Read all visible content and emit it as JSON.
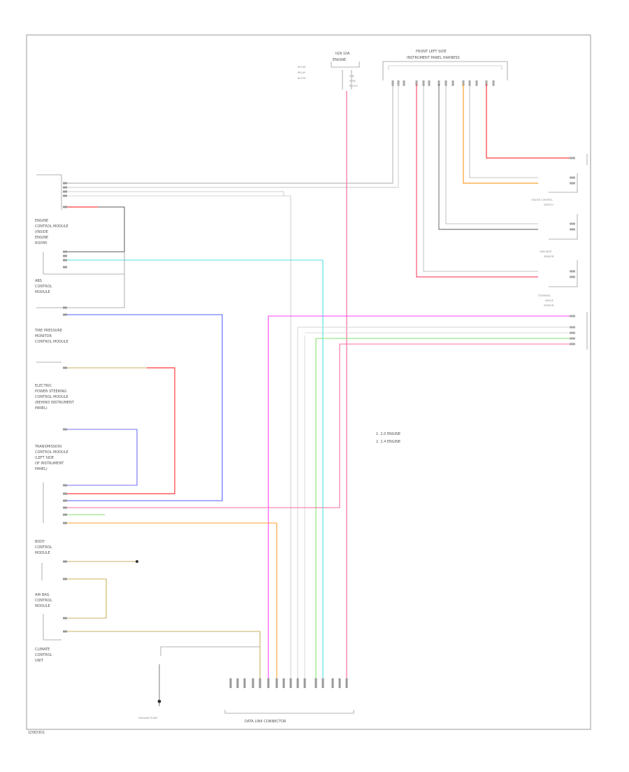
{
  "diagram": {
    "footer_code": "1D9D3D1",
    "colors": {
      "frame": "#9a9a9a",
      "wire_gray": "#a8a8a8",
      "wire_dark": "#5a5a5a",
      "wire_pink": "#ff6fa0",
      "wire_red": "#ff3b3b",
      "wire_orange": "#ffa030",
      "wire_cyan": "#4fe0e0",
      "wire_blue": "#5060ff",
      "wire_magenta": "#ff40ff",
      "wire_green": "#80e070",
      "wire_olive": "#c8b060",
      "wire_violet": "#7070ff"
    },
    "top_left": {
      "fuse_label": [
        "IGN 10A",
        "ENGINE",
        "ROOM",
        "RELAY",
        "BLOCK"
      ],
      "mid_label": [
        "IGN",
        "FUSE",
        "BLOCK"
      ]
    },
    "top_right": {
      "title": "FRONT LEFT SIDE",
      "subtitle": "INSTRUMENT PANEL HARNESS"
    },
    "left_components": [
      {
        "lines": [
          "ENGINE",
          "CONTROL MODULE",
          "(INSIDE",
          "ENGINE",
          "ROOM)"
        ]
      },
      {
        "lines": [
          "ABS",
          "CONTROL",
          "MODULE"
        ]
      },
      {
        "lines": [
          "TIRE PRESSURE",
          "MONITOR",
          "CONTROL MODULE"
        ]
      },
      {
        "lines": [
          "ELECTRIC",
          "POWER STEERING",
          "CONTROL MODULE",
          "(BEHIND INSTRUMENT",
          "PANEL)"
        ]
      },
      {
        "lines": [
          "TRANSMISSION",
          "CONTROL MODULE",
          "(LEFT SIDE",
          "OF INSTRUMENT",
          "PANEL)"
        ]
      },
      {
        "lines": [
          "BODY",
          "CONTROL",
          "MODULE"
        ]
      },
      {
        "lines": [
          "AIR BAG",
          "CONTROL",
          "MODULE"
        ]
      },
      {
        "lines": [
          "CLIMATE",
          "CONTROL",
          "UNIT"
        ]
      }
    ],
    "right_components": [
      {
        "lines": [
          "CRUISE CONTROL",
          "SWITCH"
        ]
      },
      {
        "lines": [
          "YAW RATE",
          "SENSOR"
        ]
      },
      {
        "lines": [
          "STEERING",
          "ANGLE",
          "SENSOR"
        ]
      }
    ],
    "legend": [
      "1. 2.0 ENGINE",
      "2. 2.4 ENGINE"
    ],
    "bottom": {
      "connector": "DATA LINK CONNECTOR",
      "ground": "GROUND POINT"
    }
  }
}
